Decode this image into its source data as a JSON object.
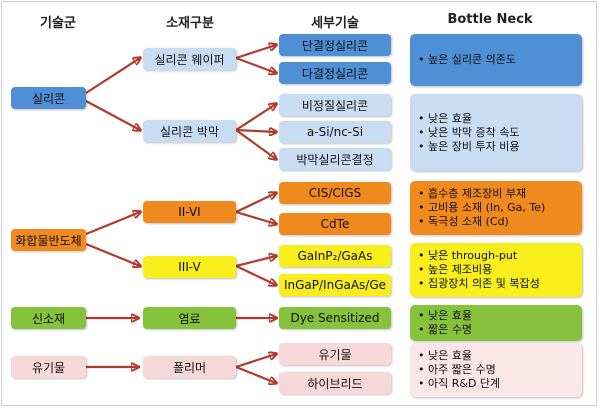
{
  "headers": {
    "tech_group": "기술군",
    "material": "소재구분",
    "detail_tech": "세부기술",
    "bottleneck": "Bottle Neck"
  },
  "groups": {
    "silicon": "실리콘",
    "compound": "화합물반도체",
    "new_material": "신소재",
    "organic": "유기물"
  },
  "materials": {
    "wafer": "실리콘 웨이퍼",
    "thin_film": "실리콘 박막",
    "ii_vi": "II-VI",
    "iii_v": "III-V",
    "dye": "염료",
    "polymer": "폴리머"
  },
  "details": {
    "mono": "단결정실리콘",
    "poly": "다결정실리콘",
    "amorphous": "비정질실리콘",
    "asi": "a-Si/nc-Si",
    "thin_crystal": "박막실리콘결정",
    "cigs": "CIS/CIGS",
    "cdte": "CdTe",
    "gainp": "GaInP₂/GaAs",
    "ingap": "InGaP/InGaAs/Ge",
    "dye_sensitized": "Dye Sensitized",
    "organic": "유기물",
    "hybrid": "하이브리드"
  },
  "bottlenecks": {
    "wafer": [
      "높은 실리콘 의존도"
    ],
    "thin_film": [
      "낮은 효율",
      "낮은 박막 증착 속도",
      "높은 장비 투자 비용"
    ],
    "ii_vi": [
      "흡수층 제조장비 부재",
      "고비용 소재 (In, Ga, Te)",
      "독극성 소재 (Cd)"
    ],
    "iii_v": [
      "낮은 through-put",
      "높은 제조비용",
      "집광장치 의존 및 복잡성"
    ],
    "dye": [
      "낮은 효율",
      "짧은 수명"
    ],
    "polymer": [
      "낮은 효율",
      "아주 짧은 수명",
      "아직 R&D 단계"
    ]
  },
  "colors": {
    "blue": "#4f8fd6",
    "light_blue": "#c8dcf2",
    "orange": "#f08a1f",
    "light_orange": "#fac99a",
    "yellow": "#f7ee1c",
    "light_yellow": "#fbf59a",
    "green": "#86c23c",
    "pink": "#f7d8d8",
    "light_pink": "#fbe7e7",
    "arrow": "#b33a2a"
  }
}
